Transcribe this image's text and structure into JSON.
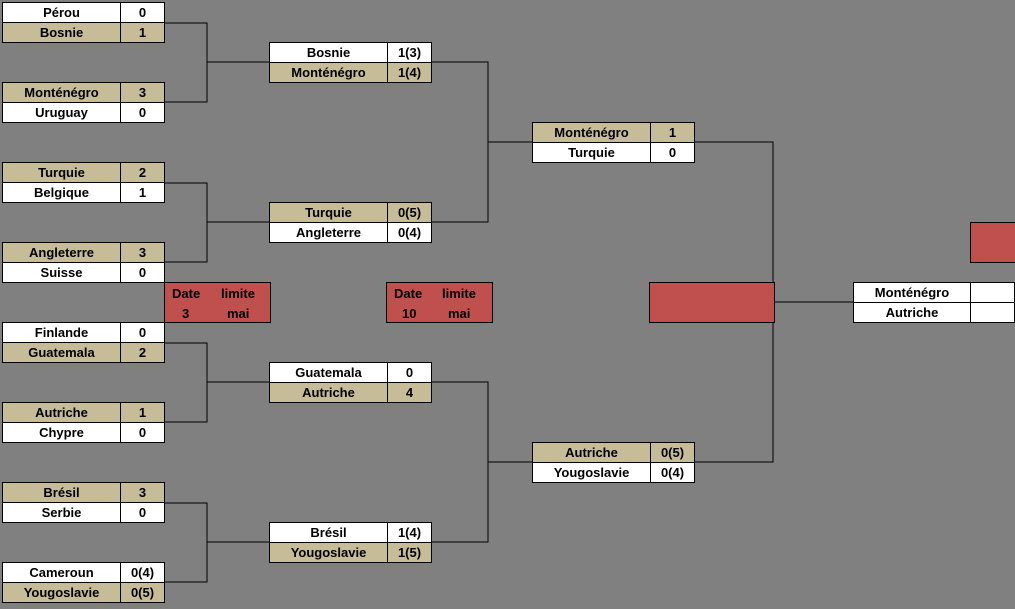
{
  "round1": [
    {
      "a": {
        "team": "Pérou",
        "score": "0"
      },
      "b": {
        "team": "Bosnie",
        "score": "1"
      }
    },
    {
      "a": {
        "team": "Monténégro",
        "score": "3"
      },
      "b": {
        "team": "Uruguay",
        "score": "0"
      }
    },
    {
      "a": {
        "team": "Turquie",
        "score": "2"
      },
      "b": {
        "team": "Belgique",
        "score": "1"
      }
    },
    {
      "a": {
        "team": "Angleterre",
        "score": "3"
      },
      "b": {
        "team": "Suisse",
        "score": "0"
      }
    },
    {
      "a": {
        "team": "Finlande",
        "score": "0"
      },
      "b": {
        "team": "Guatemala",
        "score": "2"
      }
    },
    {
      "a": {
        "team": "Autriche",
        "score": "1"
      },
      "b": {
        "team": "Chypre",
        "score": "0"
      }
    },
    {
      "a": {
        "team": "Brésil",
        "score": "3"
      },
      "b": {
        "team": "Serbie",
        "score": "0"
      }
    },
    {
      "a": {
        "team": "Cameroun",
        "score": "0(4)"
      },
      "b": {
        "team": "Yougoslavie",
        "score": "0(5)"
      }
    }
  ],
  "quarterfinals": [
    {
      "a": {
        "team": "Bosnie",
        "score": "1(3)"
      },
      "b": {
        "team": "Monténégro",
        "score": "1(4)"
      }
    },
    {
      "a": {
        "team": "Turquie",
        "score": "0(5)"
      },
      "b": {
        "team": "Angleterre",
        "score": "0(4)"
      }
    },
    {
      "a": {
        "team": "Guatemala",
        "score": "0"
      },
      "b": {
        "team": "Autriche",
        "score": "4"
      }
    },
    {
      "a": {
        "team": "Brésil",
        "score": "1(4)"
      },
      "b": {
        "team": "Yougoslavie",
        "score": "1(5)"
      }
    }
  ],
  "semifinals": [
    {
      "a": {
        "team": "Monténégro",
        "score": "1"
      },
      "b": {
        "team": "Turquie",
        "score": "0"
      }
    },
    {
      "a": {
        "team": "Autriche",
        "score": "0(5)"
      },
      "b": {
        "team": "Yougoslavie",
        "score": "0(4)"
      }
    }
  ],
  "final": {
    "a": {
      "team": "Monténégro",
      "score": ""
    },
    "b": {
      "team": "Autriche",
      "score": ""
    }
  },
  "deadlines": [
    {
      "date_word": "Date",
      "limit_word": "limite",
      "day": "3",
      "month": "mai"
    },
    {
      "date_word": "Date",
      "limit_word": "limite",
      "day": "10",
      "month": "mai"
    }
  ],
  "colors": {
    "background": "#808080",
    "winner_row": "#c6bd98",
    "plain_row": "#ffffff",
    "deadline": "#c0504d"
  }
}
